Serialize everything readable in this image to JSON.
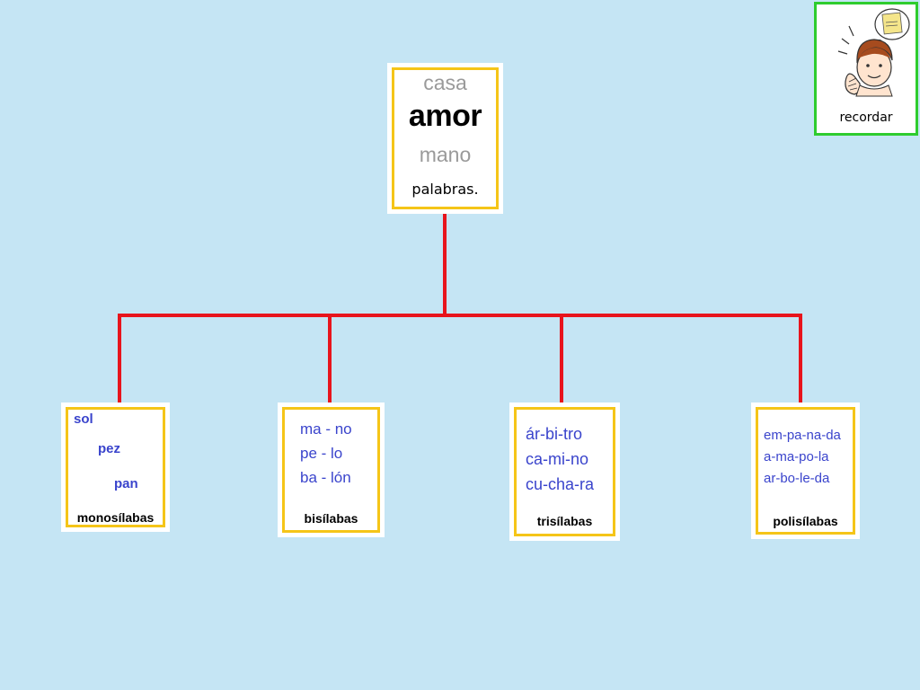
{
  "root": {
    "words": [
      "casa",
      "amor",
      "mano"
    ],
    "label": "palabras."
  },
  "recordar": {
    "label": "recordar",
    "icon": "thinking-person-icon"
  },
  "colors": {
    "background": "#c5e5f4",
    "connector": "#e8141c",
    "card_border": "#f5c518",
    "recordar_border": "#2ecc2e",
    "word_blue": "#3a44cc"
  },
  "categories": [
    {
      "label": "monosílabas",
      "items": [
        "sol",
        "pez",
        "pan"
      ]
    },
    {
      "label": "bisílabas",
      "items": [
        "ma - no",
        "pe - lo",
        "ba - lón"
      ]
    },
    {
      "label": "trisílabas",
      "items": [
        "ár-bi-tro",
        "ca-mi-no",
        "cu-cha-ra"
      ]
    },
    {
      "label": "polisílabas",
      "items": [
        "em-pa-na-da",
        "a-ma-po-la",
        "ar-bo-le-da"
      ]
    }
  ]
}
